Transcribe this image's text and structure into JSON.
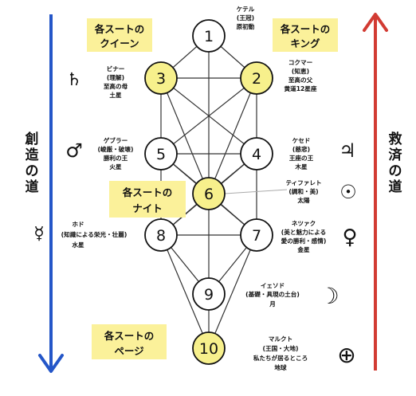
{
  "left_arrow_label": [
    "創",
    "造",
    "の",
    "道"
  ],
  "right_arrow_label": [
    "救",
    "済",
    "の",
    "道"
  ],
  "colors": {
    "left_arrow": "#2456c8",
    "right_arrow": "#d23b33",
    "highlight_circle": "#f7f08c",
    "highlight_badge": "#fbf19a"
  },
  "badges": {
    "queen": [
      "各スートの",
      "クイーン"
    ],
    "king": [
      "各スートの",
      "キング"
    ],
    "knight": [
      "各スートの",
      "ナイト"
    ],
    "page": [
      "各スートの",
      "ページ"
    ]
  },
  "sephiroth": [
    {
      "number": "1",
      "highlighted": false,
      "label": [
        "ケテル",
        "(王冠)",
        "原初動"
      ]
    },
    {
      "number": "2",
      "highlighted": true,
      "label": [
        "コクマー",
        "(知恵)",
        "至高の父",
        "黄道12星座"
      ]
    },
    {
      "number": "3",
      "highlighted": true,
      "label": [
        "ビナー",
        "(理解)",
        "至高の母",
        "土星"
      ]
    },
    {
      "number": "4",
      "highlighted": false,
      "label": [
        "ケセド",
        "(慈悲)",
        "王座の王",
        "木星"
      ]
    },
    {
      "number": "5",
      "highlighted": false,
      "label": [
        "ゲブラー",
        "(峻厳・破壊)",
        "勝利の王",
        "火星"
      ]
    },
    {
      "number": "6",
      "highlighted": true,
      "label": [
        "ティファレト",
        "(調和・美)",
        "太陽"
      ]
    },
    {
      "number": "7",
      "highlighted": false,
      "label": [
        "ネツァク",
        "(美と魅力による",
        "愛の勝利・感情)",
        "金星"
      ]
    },
    {
      "number": "8",
      "highlighted": false,
      "label": [
        "ホド",
        "(知識による栄光・壮麗)",
        "水星"
      ]
    },
    {
      "number": "9",
      "highlighted": false,
      "label": [
        "イェソド",
        "(基礎・具現の土台)",
        "月"
      ]
    },
    {
      "number": "10",
      "highlighted": true,
      "label": [
        "マルクト",
        "(王国・大地)",
        "私たちが居るところ",
        "地球"
      ]
    }
  ],
  "planet_symbols": {
    "saturn": "♄",
    "mars": "♂",
    "mercury": "☿",
    "jupiter": "♃",
    "sun": "☉",
    "venus": "♀",
    "moon": "☽",
    "earth": "⊕"
  }
}
